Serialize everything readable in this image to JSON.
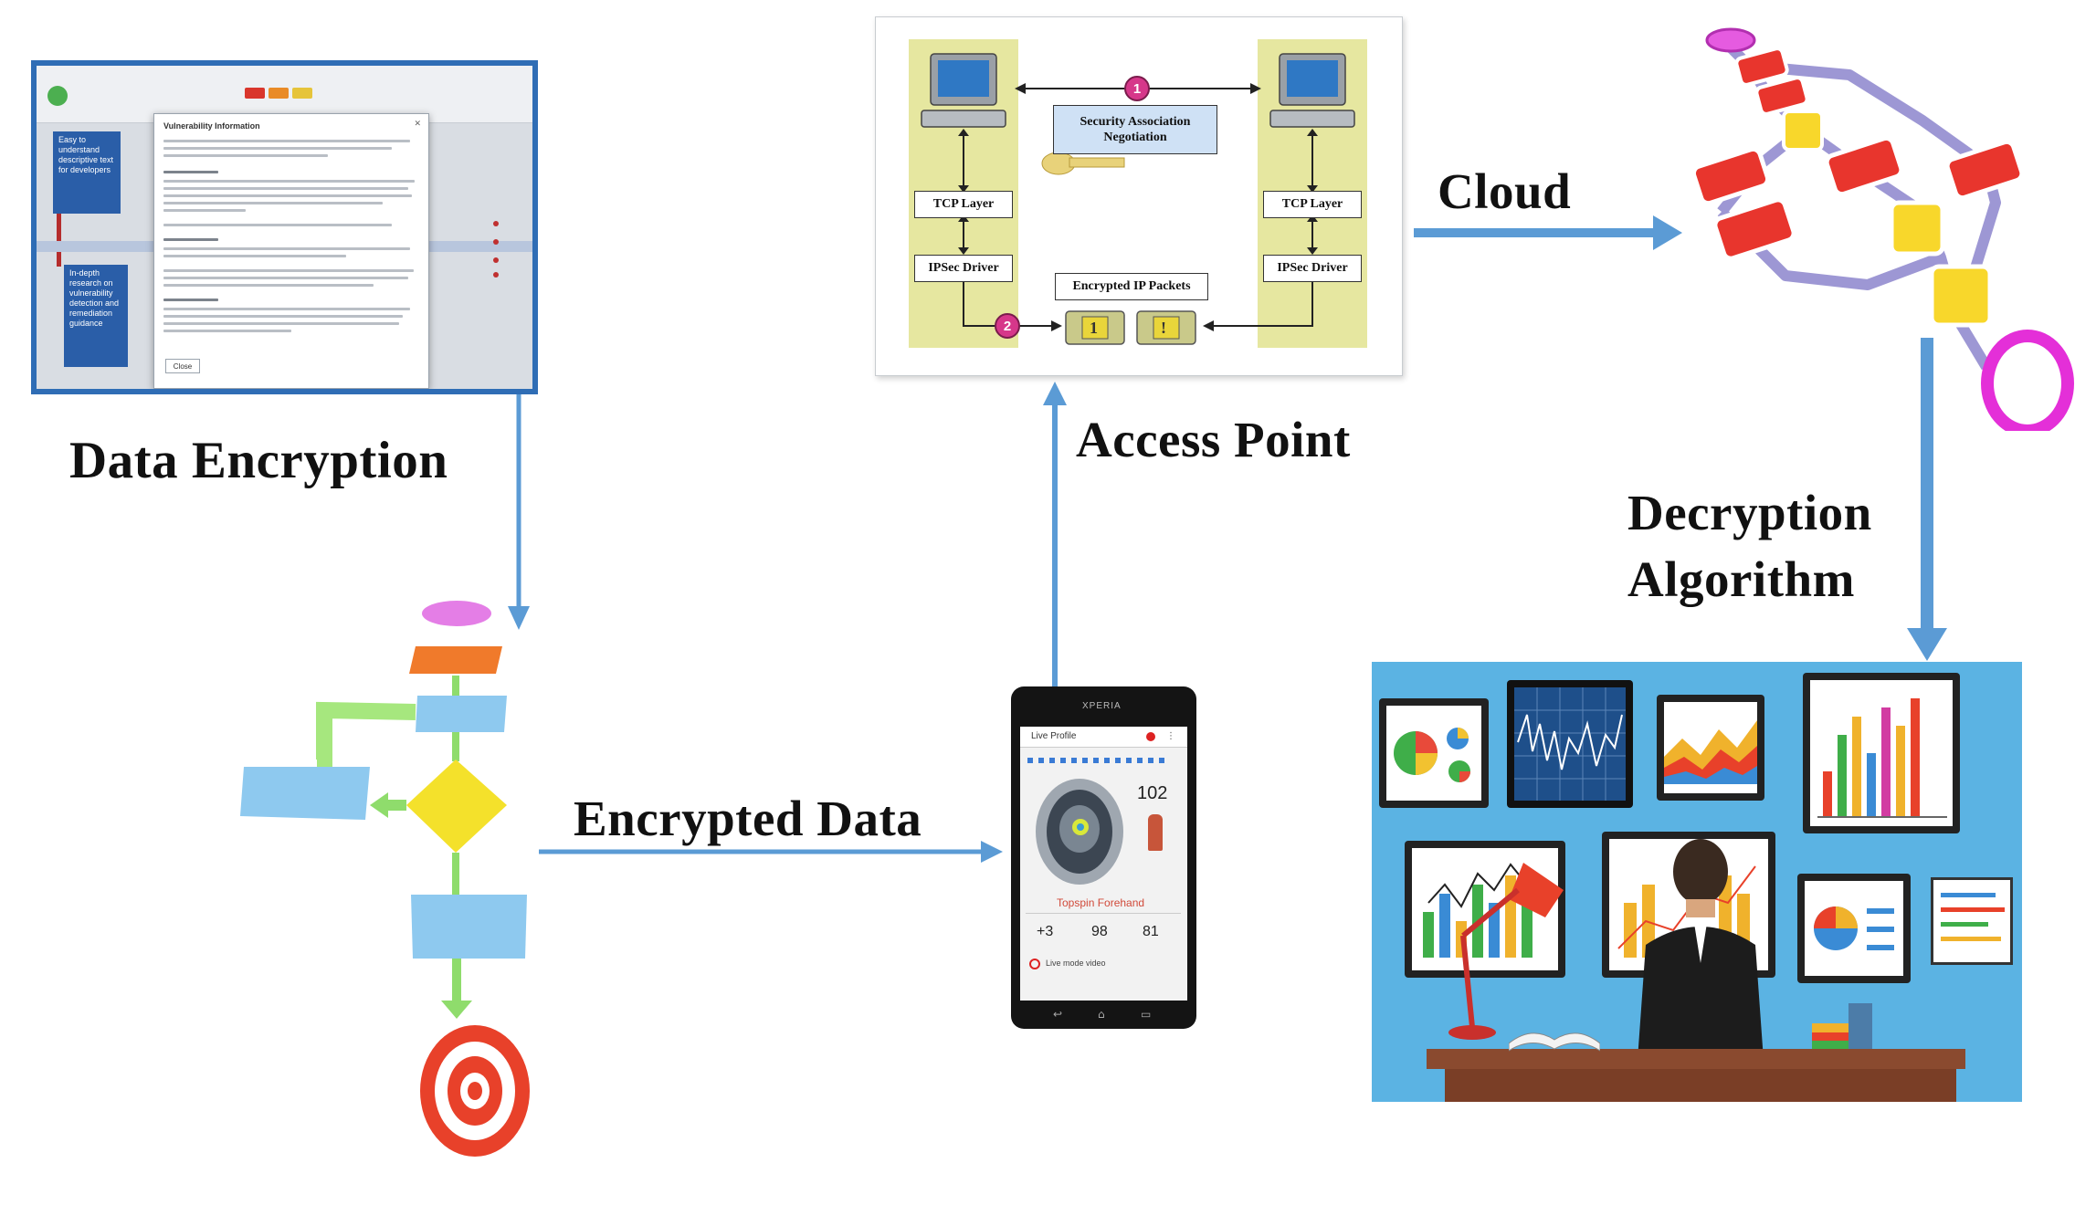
{
  "labels": {
    "data_encryption": "Data Encryption",
    "encrypted_data": "Encrypted Data",
    "access_point": "Access Point",
    "cloud": "Cloud",
    "decryption_line1": "Decryption",
    "decryption_line2": "Algorithm"
  },
  "ipsec": {
    "security_association_line1": "Security Association",
    "security_association_line2": "Negotiation",
    "tcp_layer_left": "TCP Layer",
    "tcp_layer_right": "TCP Layer",
    "ipsec_driver_left": "IPSec Driver",
    "ipsec_driver_right": "IPSec Driver",
    "encrypted_packets": "Encrypted IP Packets",
    "step1": "1",
    "step2": "2"
  },
  "screenshot": {
    "dialog_title": "Vulnerability Information",
    "sidebox_top": "Easy to understand descriptive text for developers",
    "sidebox_bottom": "In-depth research on vulnerability detection and remediation guidance",
    "close_button": "Close"
  },
  "phone": {
    "brand": "XPERIA",
    "app_title": "Live Profile",
    "score": "102",
    "stroke_name": "Topspin Forehand",
    "stat1": "+3",
    "stat2": "98",
    "stat3": "81",
    "footer": "Live mode video"
  },
  "colors": {
    "arrow": "#5b9bd5",
    "frame_blue": "#2f6db5",
    "scene_bg": "#5bb3e3",
    "panel_yellow": "#e6e7a0",
    "pink_step": "#d6378a"
  }
}
